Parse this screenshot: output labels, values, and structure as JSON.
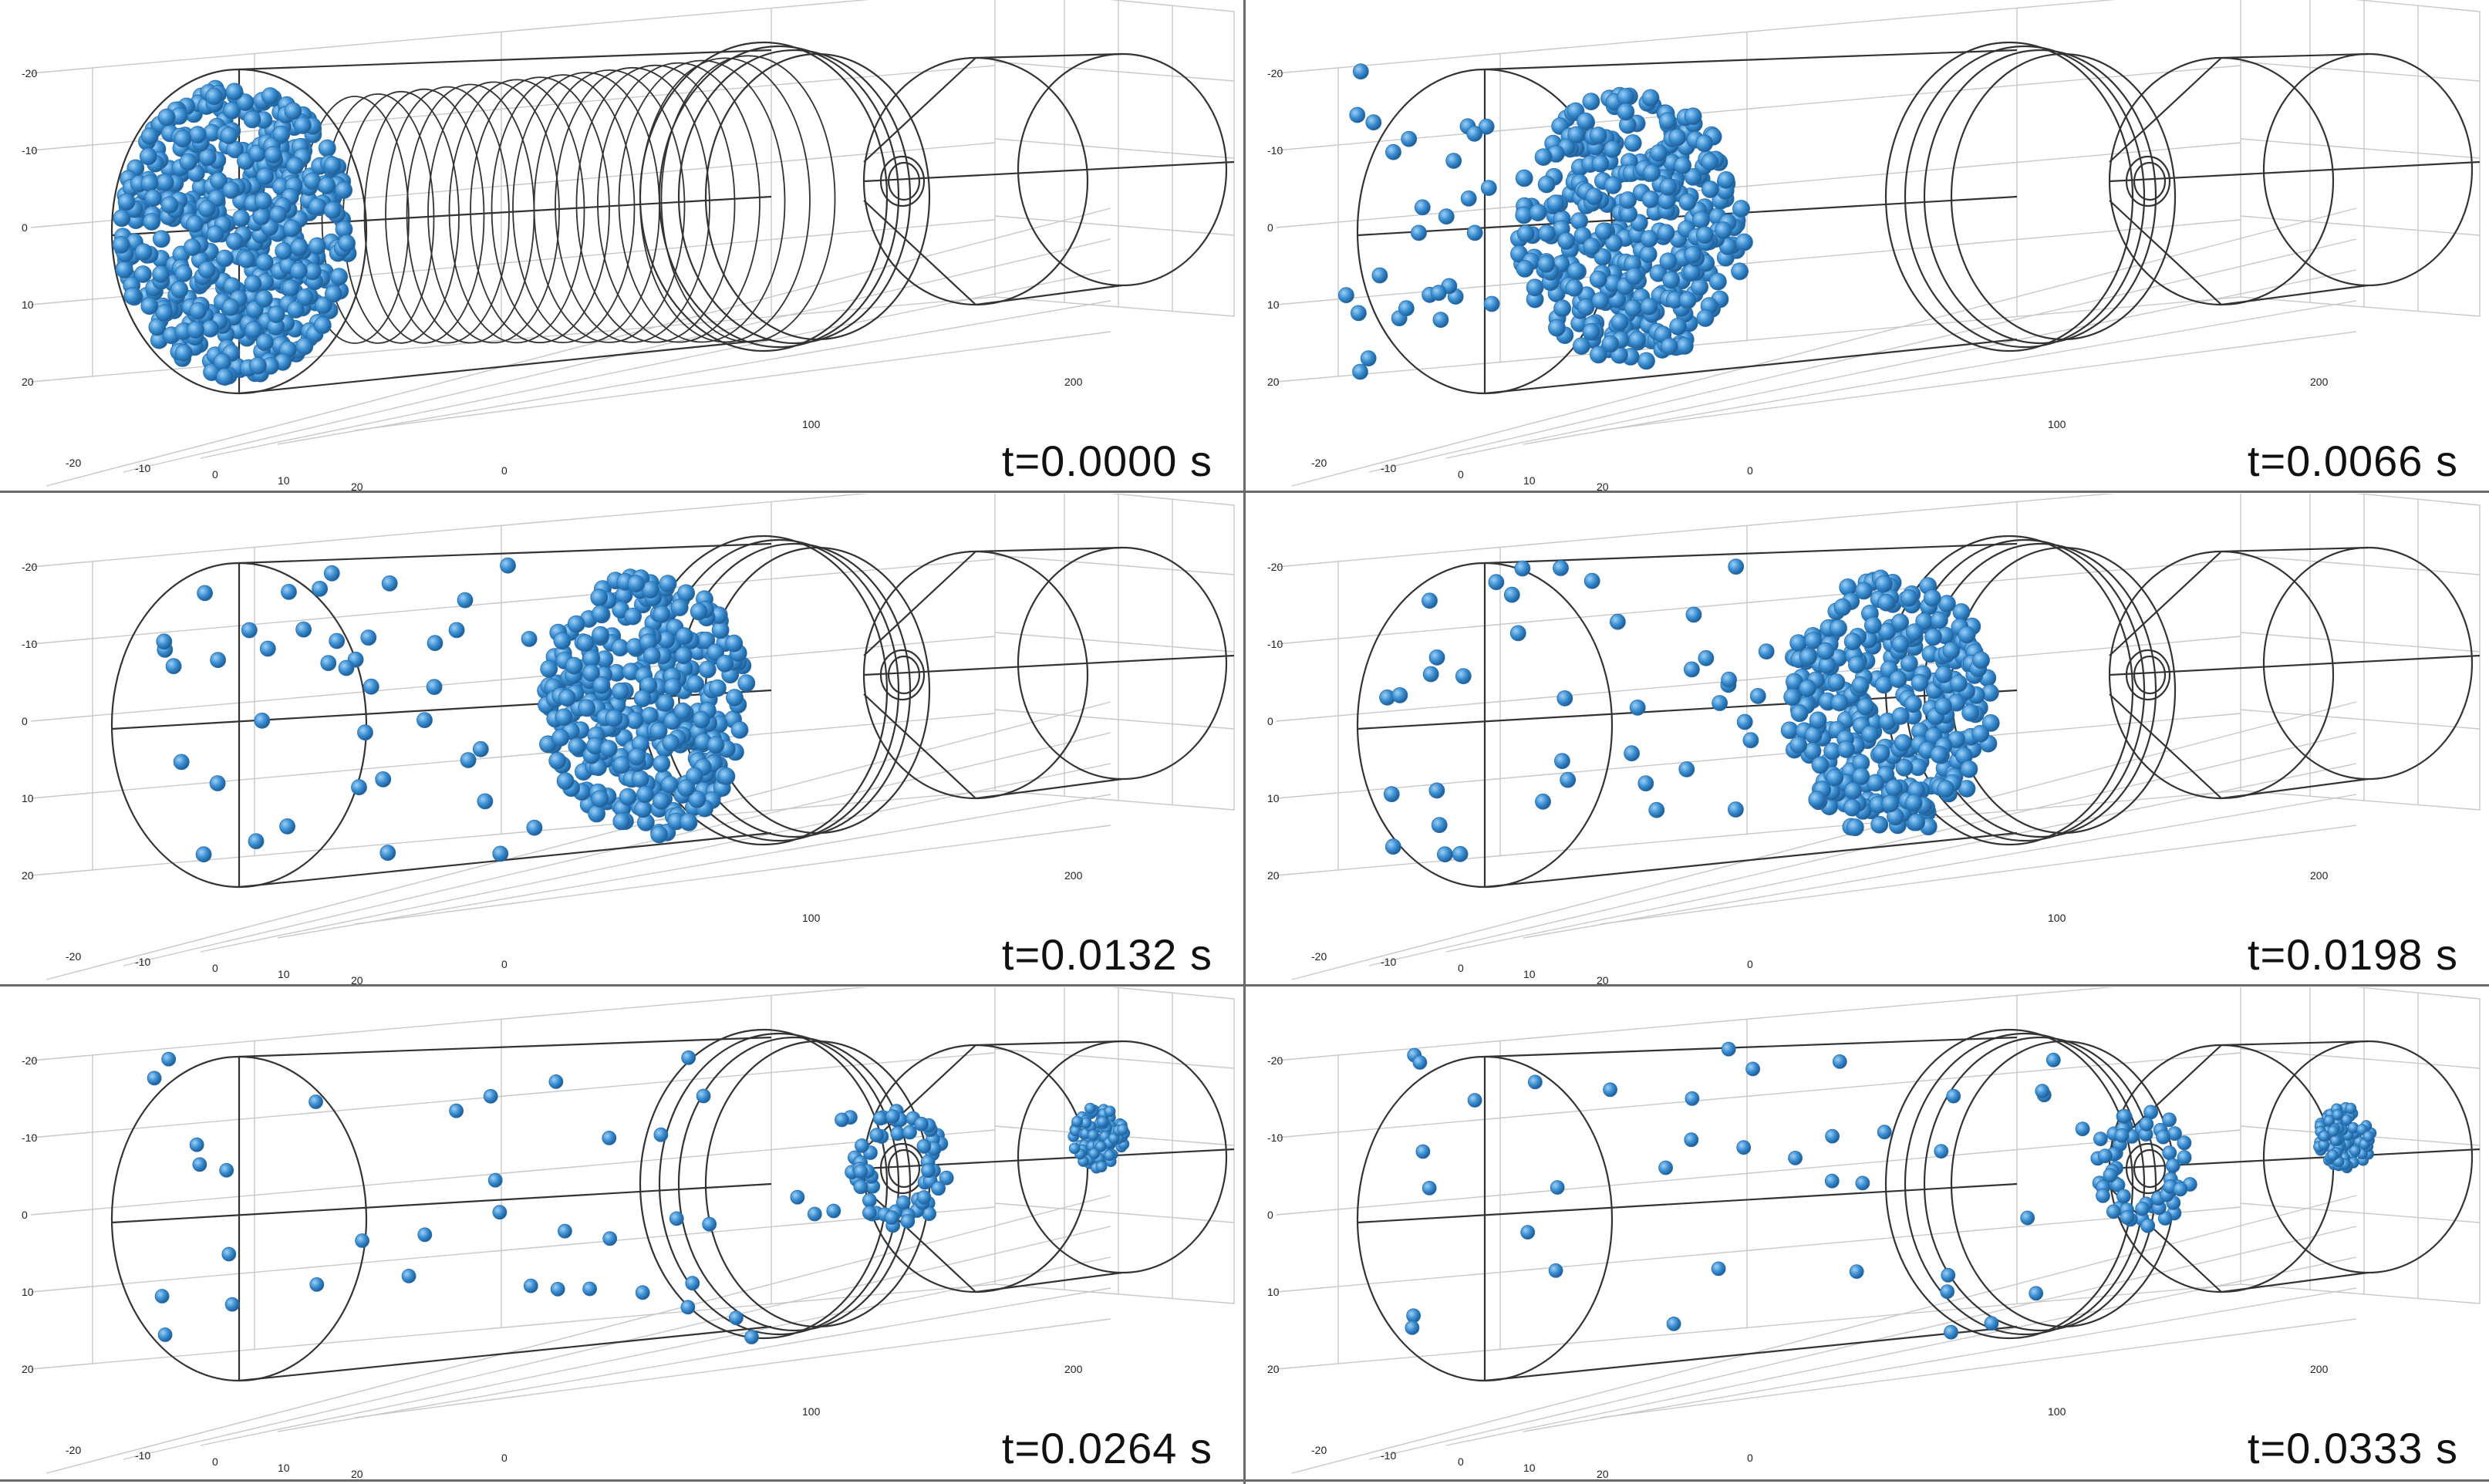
{
  "panels": [
    {
      "time_label": "t=0.0000 s",
      "cloud": "start"
    },
    {
      "time_label": "t=0.0066 s",
      "cloud": "early"
    },
    {
      "time_label": "t=0.0132 s",
      "cloud": "mid"
    },
    {
      "time_label": "t=0.0198 s",
      "cloud": "mid"
    },
    {
      "time_label": "t=0.0264 s",
      "cloud": "late"
    },
    {
      "time_label": "t=0.0333 s",
      "cloud": "late"
    }
  ],
  "axes": {
    "y_ticks": [
      "-20",
      "-10",
      "0",
      "10",
      "20"
    ],
    "x_ticks": [
      "0",
      "100",
      "200"
    ],
    "z_ticks": [
      "-20",
      "-10",
      "0",
      "10",
      "20"
    ]
  },
  "colors": {
    "particle": "#3a8fd3",
    "particle_dark": "#1f5f98",
    "wireframe": "#333333",
    "gridline": "#c8c8c8"
  }
}
